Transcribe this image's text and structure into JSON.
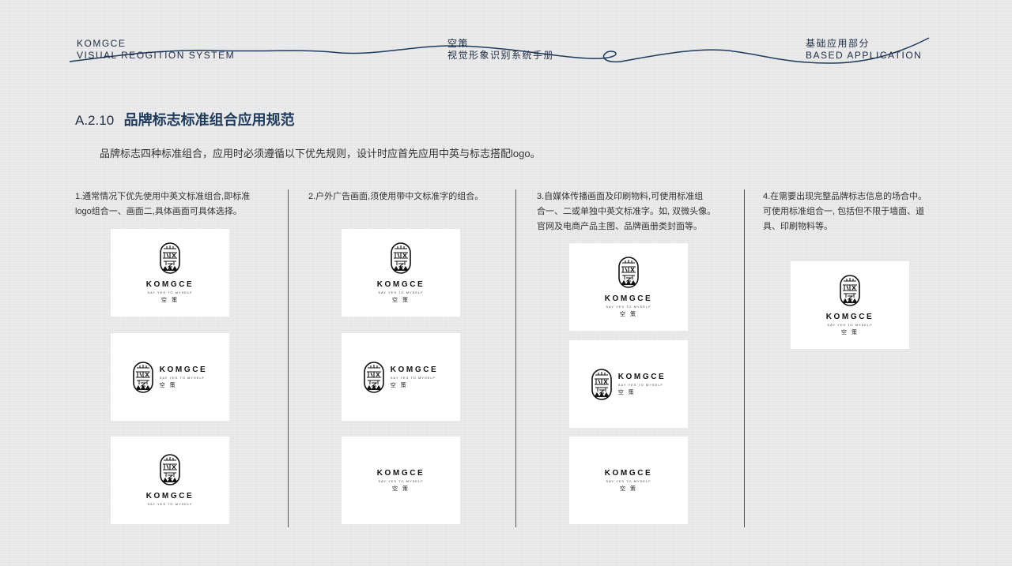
{
  "header": {
    "left": {
      "line1": "KOMGCE",
      "line2": "VISUAL  REOGITION  SYSTEM"
    },
    "center": {
      "line1": "空策",
      "line2": "视觉形象识别系统手册"
    },
    "right": {
      "line1": "基础应用部分",
      "line2": "BASED APPLICATION"
    }
  },
  "section": {
    "code": "A.2.10",
    "title": "品牌标志标准组合应用规范",
    "intro": "品牌标志四种标准组合，应用时必须遵循以下优先规则，设计时应首先应用中英与标志搭配logo。"
  },
  "columns": [
    {
      "lines": [
        "1.通常情况下优先使用中英文标准组合,即标准",
        "logo组合一、画面二,具体画面可具体选择。"
      ]
    },
    {
      "lines": [
        "2.户外广告画面,须使用带中文标准字的组合。"
      ]
    },
    {
      "lines": [
        "3.自媒体传播画面及印刷物料,可使用标准组",
        "合一、二或单独中英文标准字。如, 双微头像。",
        "官网及电商产品主图、品牌画册类封面等。"
      ]
    },
    {
      "lines": [
        "4.在需要出现完整品牌标志信息的场合中。",
        "可使用标准组合一, 包括但不限于墙面、道",
        "具、印刷物料等。"
      ]
    }
  ],
  "logo": {
    "brand": "KOMGCE",
    "tagline": "SAY YES TO MYSELF",
    "chinese": "空 策"
  },
  "colors": {
    "wave": "#1e3a5c",
    "accent": "#1e3a5c",
    "card": "#ffffff"
  }
}
